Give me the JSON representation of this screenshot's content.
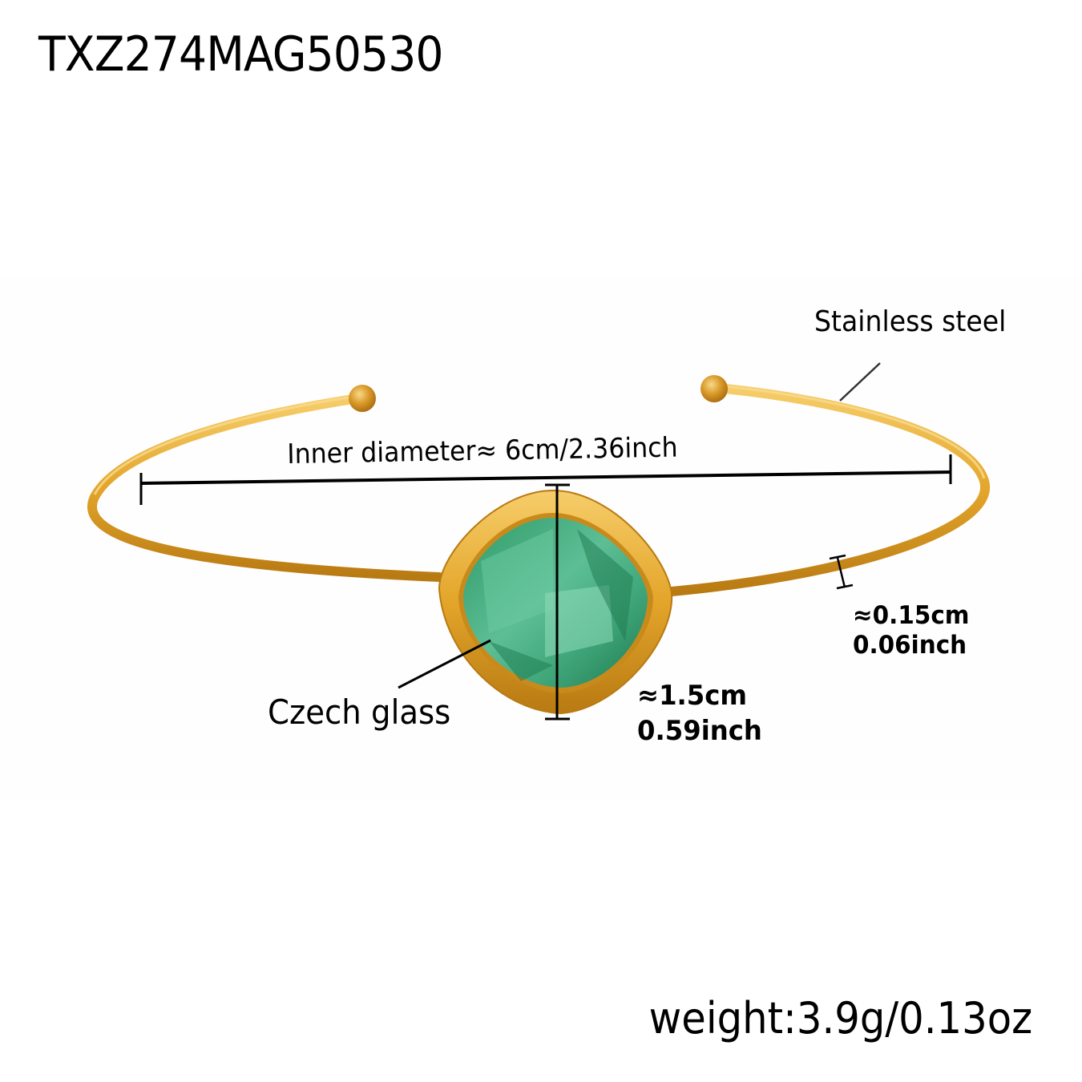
{
  "product": {
    "sku": "TXZ274MAG50530",
    "weight": "weight:3.9g/0.13oz"
  },
  "annotations": {
    "material": "Stainless steel",
    "inner_diameter": "Inner diameter≈ 6cm/2.36inch",
    "band_width_cm": "≈0.15cm",
    "band_width_inch": "0.06inch",
    "stone_material": "Czech glass",
    "stone_size_cm": "≈1.5cm",
    "stone_size_inch": "0.59inch"
  },
  "colors": {
    "gold": "#E3A52A",
    "gold_dark": "#B87A12",
    "gold_light": "#F6CD6A",
    "stone": "#3FA67A",
    "stone_dark": "#1E7A4E",
    "stone_light": "#7ED3AE",
    "line": "#000000"
  }
}
